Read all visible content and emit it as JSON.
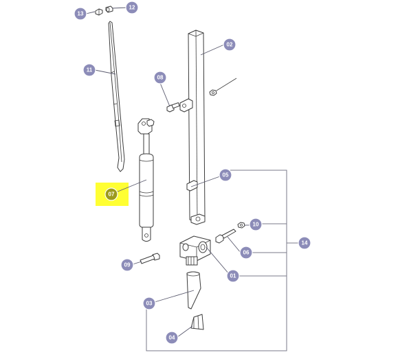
{
  "colors": {
    "callout": "#8c8cb8",
    "callout_active": "#9c9a1e",
    "highlight": "#ffff33",
    "line": "#3a3a3a"
  },
  "callouts": [
    {
      "id": "13",
      "label": "13",
      "active": false
    },
    {
      "id": "12",
      "label": "12",
      "active": false
    },
    {
      "id": "02",
      "label": "02",
      "active": false
    },
    {
      "id": "11",
      "label": "11",
      "active": false
    },
    {
      "id": "08",
      "label": "08",
      "active": false
    },
    {
      "id": "05",
      "label": "05",
      "active": false
    },
    {
      "id": "07",
      "label": "07",
      "active": true
    },
    {
      "id": "10",
      "label": "10",
      "active": false
    },
    {
      "id": "14",
      "label": "14",
      "active": false
    },
    {
      "id": "06",
      "label": "06",
      "active": false
    },
    {
      "id": "09",
      "label": "09",
      "active": false
    },
    {
      "id": "01",
      "label": "01",
      "active": false
    },
    {
      "id": "03",
      "label": "03",
      "active": false
    },
    {
      "id": "04",
      "label": "04",
      "active": false
    }
  ]
}
